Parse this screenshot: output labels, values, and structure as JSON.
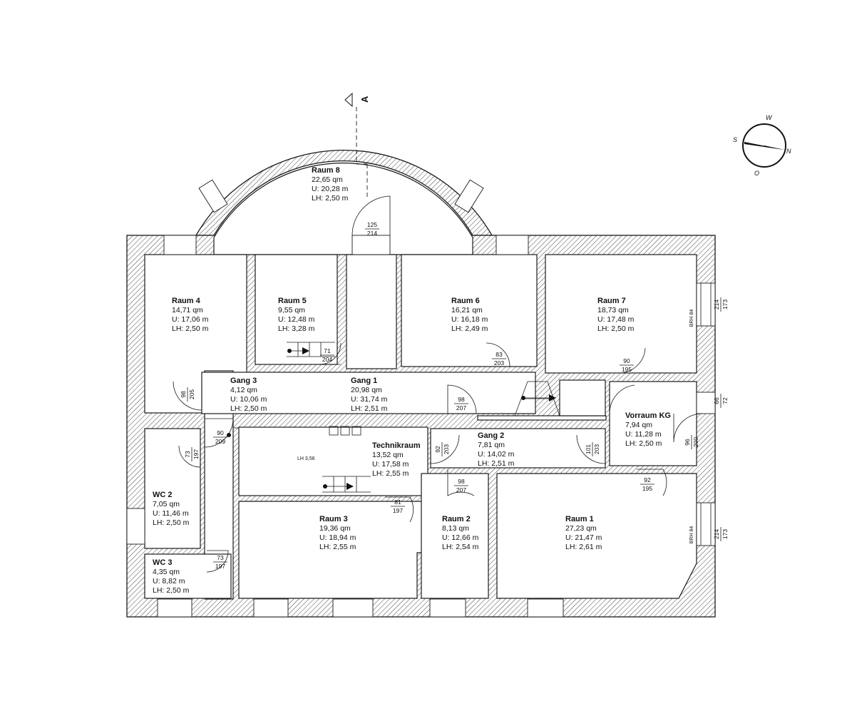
{
  "rooms": [
    {
      "id": "raum8",
      "name": "Raum 8",
      "area": "22,65 qm",
      "perimeter": "U: 20,28 m",
      "height": "LH: 2,50 m"
    },
    {
      "id": "raum4",
      "name": "Raum 4",
      "area": "14,71 qm",
      "perimeter": "U: 17,06 m",
      "height": "LH: 2,50 m"
    },
    {
      "id": "raum5",
      "name": "Raum 5",
      "area": "9,55 qm",
      "perimeter": "U: 12,48 m",
      "height": "LH: 3,28 m"
    },
    {
      "id": "raum6",
      "name": "Raum 6",
      "area": "16,21 qm",
      "perimeter": "U: 16,18 m",
      "height": "LH: 2,49 m"
    },
    {
      "id": "raum7",
      "name": "Raum 7",
      "area": "18,73 qm",
      "perimeter": "U: 17,48 m",
      "height": "LH: 2,50 m"
    },
    {
      "id": "gang3",
      "name": "Gang 3",
      "area": "4,12 qm",
      "perimeter": "U: 10,06 m",
      "height": "LH: 2,50 m"
    },
    {
      "id": "gang1",
      "name": "Gang 1",
      "area": "20,98 qm",
      "perimeter": "U: 31,74 m",
      "height": "LH: 2,51 m"
    },
    {
      "id": "vorraum",
      "name": "Vorraum KG",
      "area": "7,94 qm",
      "perimeter": "U: 11,28 m",
      "height": "LH: 2,50 m"
    },
    {
      "id": "technik",
      "name": "Technikraum",
      "area": "13,52 qm",
      "perimeter": "U: 17,58 m",
      "height": "LH: 2,55 m"
    },
    {
      "id": "gang2",
      "name": "Gang 2",
      "area": "7,81 qm",
      "perimeter": "U: 14,02 m",
      "height": "LH: 2,51 m"
    },
    {
      "id": "wc2",
      "name": "WC 2",
      "area": "7,05 qm",
      "perimeter": "U: 11,46 m",
      "height": "LH: 2,50 m"
    },
    {
      "id": "raum3",
      "name": "Raum 3",
      "area": "19,36 qm",
      "perimeter": "U: 18,94 m",
      "height": "LH: 2,55 m"
    },
    {
      "id": "raum2",
      "name": "Raum 2",
      "area": "8,13 qm",
      "perimeter": "U: 12,66 m",
      "height": "LH: 2,54 m"
    },
    {
      "id": "raum1",
      "name": "Raum 1",
      "area": "27,23 qm",
      "perimeter": "U: 21,47 m",
      "height": "LH: 2,61 m"
    },
    {
      "id": "wc3",
      "name": "WC 3",
      "area": "4,35 qm",
      "perimeter": "U: 8,82 m",
      "height": "LH: 2,50 m"
    }
  ],
  "doors": [
    {
      "w": "125",
      "h": "214"
    },
    {
      "w": "71",
      "h": "204"
    },
    {
      "w": "83",
      "h": "203"
    },
    {
      "w": "90",
      "h": "195"
    },
    {
      "w": "98",
      "h": "205"
    },
    {
      "w": "98",
      "h": "207"
    },
    {
      "w": "90",
      "h": "209"
    },
    {
      "w": "92",
      "h": "203"
    },
    {
      "w": "101",
      "h": "203"
    },
    {
      "w": "96",
      "h": "200"
    },
    {
      "w": "73",
      "h": "197"
    },
    {
      "w": "98",
      "h": "207"
    },
    {
      "w": "92",
      "h": "195"
    },
    {
      "w": "81",
      "h": "197"
    },
    {
      "w": "73",
      "h": "197"
    }
  ],
  "windows": [
    {
      "a": "214",
      "b": "173",
      "brh": "BRH 84"
    },
    {
      "a": "66",
      "b": "72"
    },
    {
      "a": "214",
      "b": "173",
      "brh": "BRH 84"
    }
  ],
  "technik_lh": "LH 3,56",
  "section_mark": "A",
  "compass": {
    "w": "W",
    "s": "S",
    "n": "N",
    "o": "O"
  }
}
